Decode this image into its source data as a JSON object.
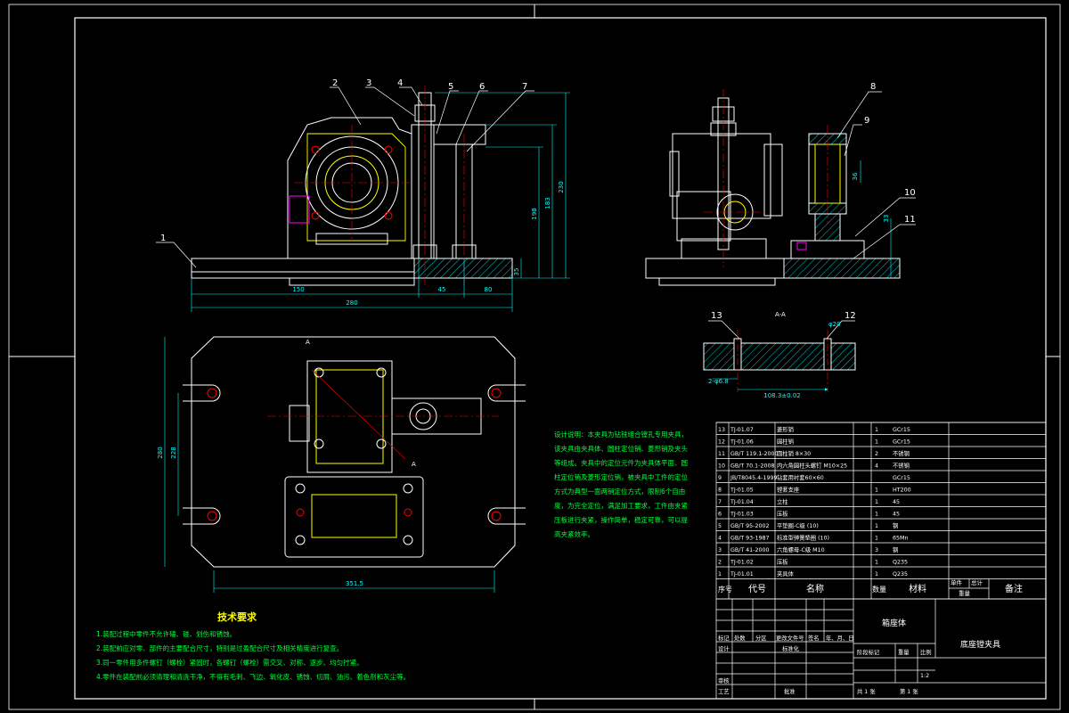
{
  "colors": {
    "background": "#000000",
    "outline": "#ffffff",
    "hidden_line": "#ff00ff",
    "center_line": "#ff0000",
    "hatch": "#00ffff",
    "dimension": "#00ffff",
    "part_outline": "#ffff00",
    "notes": "#00ff3c",
    "table_text": "#ffffff"
  },
  "callouts": {
    "balloon_1": "1",
    "balloon_2": "2",
    "balloon_3": "3",
    "balloon_4": "4",
    "balloon_5": "5",
    "balloon_6": "6",
    "balloon_7": "7",
    "balloon_8": "8",
    "balloon_9": "9",
    "balloon_10": "10",
    "balloon_11": "11",
    "balloon_12": "12",
    "balloon_13": "13"
  },
  "dimensions": {
    "front_d150": "150",
    "front_d45": "45",
    "front_d80": "80",
    "front_d280": "280",
    "front_h35": "35",
    "front_h198": "198",
    "front_h183": "183",
    "front_h230": "230",
    "side_d36": "36",
    "side_h33": "33",
    "section_label": "A-A",
    "section_d6": "2-φ6.8",
    "section_d105": "108.3±0.02",
    "section_d20": "φ20",
    "plan_d351": "351.5",
    "plan_h280": "280",
    "plan_h228": "228",
    "plan_mark_a1": "A",
    "plan_mark_a2": "A"
  },
  "design_note": "设计说明：本夹具为钻铣组合镗孔专用夹具，该夹具由夹具体、圆柱定位销、菱形销及夹头等组成。夹具中的定位元件为夹具体平面、圆柱定位销及菱形定位销，被夹具中工件的定位方式为典型一面两销定位方式，限制6个自由度，为完全定位，满足加工要求，工件由夹紧压板进行夹紧，操作简单，稳定可靠，可以提高夹紧效率。",
  "tech_requirements": {
    "title": "技术要求",
    "items": [
      "1.装配过程中零件不允许磕、碰、划伤和锈蚀。",
      "2.装配前应对零、部件的主要配合尺寸，特别是过盈配合尺寸及相关精度进行复查。",
      "3.同一零件用多件螺钉（螺栓）紧固时，各螺钉（螺栓）需交叉、对称、逐步、均匀拧紧。",
      "4.零件在装配前必须清理和清洗干净，不得有毛刺、飞边、氧化皮、锈蚀、切屑、油污、着色剂和灰尘等。"
    ]
  },
  "bom": {
    "rows": [
      {
        "no": "13",
        "code": "TJ-01.07",
        "name": "菱形销",
        "qty": "1",
        "mat": "GCr15"
      },
      {
        "no": "12",
        "code": "TJ-01.06",
        "name": "圆柱销",
        "qty": "1",
        "mat": "GCr15"
      },
      {
        "no": "11",
        "code": "GB/T 119.1-2000",
        "name": "圆柱销 8×30",
        "qty": "2",
        "mat": "不锈钢"
      },
      {
        "no": "10",
        "code": "GB/T 70.1-2008",
        "name": "内六角圆柱头螺钉 M10×25",
        "qty": "4",
        "mat": "不锈钢"
      },
      {
        "no": "9",
        "code": "JB/T8045.4-1999",
        "name": "钻套用衬套60×60",
        "qty": "",
        "mat": "GCr15"
      },
      {
        "no": "8",
        "code": "TJ-01.05",
        "name": "镗套支座",
        "qty": "1",
        "mat": "HT200"
      },
      {
        "no": "7",
        "code": "TJ-01.04",
        "name": "立柱",
        "qty": "1",
        "mat": "45"
      },
      {
        "no": "6",
        "code": "TJ-01.03",
        "name": "压板",
        "qty": "1",
        "mat": "45"
      },
      {
        "no": "5",
        "code": "GB/T 95-2002",
        "name": "平垫圈-C级 (10)",
        "qty": "1",
        "mat": "钢"
      },
      {
        "no": "4",
        "code": "GB/T 93-1987",
        "name": "标准型弹簧垫圈 (10)",
        "qty": "1",
        "mat": "65Mn"
      },
      {
        "no": "3",
        "code": "GB/T 41-2000",
        "name": "六角螺母-C级 M10",
        "qty": "3",
        "mat": "钢"
      },
      {
        "no": "2",
        "code": "TJ-01.02",
        "name": "压板",
        "qty": "1",
        "mat": "Q235"
      },
      {
        "no": "1",
        "code": "TJ-01.01",
        "name": "夹具体",
        "qty": "1",
        "mat": "Q235"
      }
    ],
    "header": {
      "no": "序号",
      "code": "代号",
      "name": "名称",
      "qty": "数量",
      "mat": "材料",
      "unit_weight": "单件",
      "total_weight": "总计",
      "weight": "重量",
      "remark": "备注"
    }
  },
  "title_block": {
    "part_name": "箱座体",
    "drawing_title": "底座镗夹具",
    "mark": "标记",
    "count": "处数",
    "zone": "分区",
    "change_doc": "更改文件号",
    "signature": "签名",
    "date": "年、月、日",
    "designer": "设计",
    "standardization": "标准化",
    "stage_mark": "阶段标记",
    "weight": "重量",
    "scale": "比例",
    "scale_value": "1:2",
    "review": "审核",
    "process": "工艺",
    "approve": "批准",
    "sheets_total": "共 1 张",
    "sheet_no": "第 1 张"
  }
}
